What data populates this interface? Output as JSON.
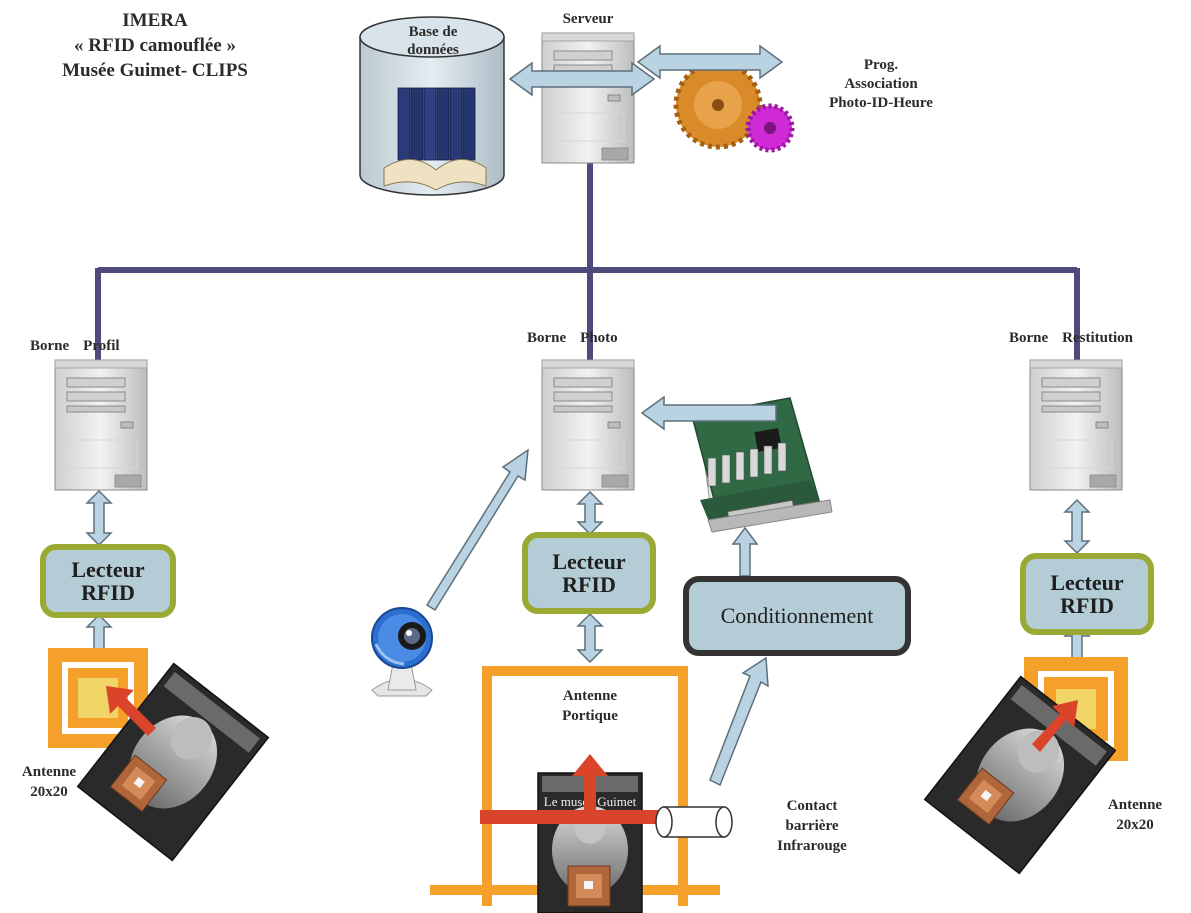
{
  "title": {
    "line1": "IMERA",
    "line2": "« RFID camouflée »",
    "line3": "Musée Guimet- CLIPS"
  },
  "database": {
    "line1": "Base de",
    "line2": "données"
  },
  "server": {
    "label": "Serveur"
  },
  "program": {
    "line1": "Prog.",
    "line2": "Association",
    "line3": "Photo-ID-Heure"
  },
  "bornes": {
    "profil": {
      "label_a": "Borne",
      "label_b": "Profil"
    },
    "photo": {
      "label_a": "Borne",
      "label_b": "Photo"
    },
    "restitution": {
      "label_a": "Borne",
      "label_b": "Restitution"
    }
  },
  "reader": {
    "line1": "Lecteur",
    "line2": "RFID"
  },
  "conditioning": {
    "label": "Conditionnement"
  },
  "antenna_small": {
    "line1": "Antenne",
    "line2": "20x20"
  },
  "antenna_portal": {
    "line1": "Antenne",
    "line2": "Portique"
  },
  "contact": {
    "line1": "Contact",
    "line2": "barrière",
    "line3": "Infrarouge"
  },
  "ticket": {
    "caption": "Le musée Guimet"
  },
  "colors": {
    "bus_line": "#4f4a7c",
    "arrow_fill": "#b9d3e2",
    "arrow_stroke": "#5e6f7c",
    "reader_border": "#9aa933",
    "reader_fill": "#b3ccd6",
    "antenna_orange": "#f5a02a",
    "antenna_yellow": "#f1d567",
    "rfid_arrow": "#d9442b",
    "gear_orange": "#d98b2a",
    "gear_magenta": "#d02ad6"
  }
}
